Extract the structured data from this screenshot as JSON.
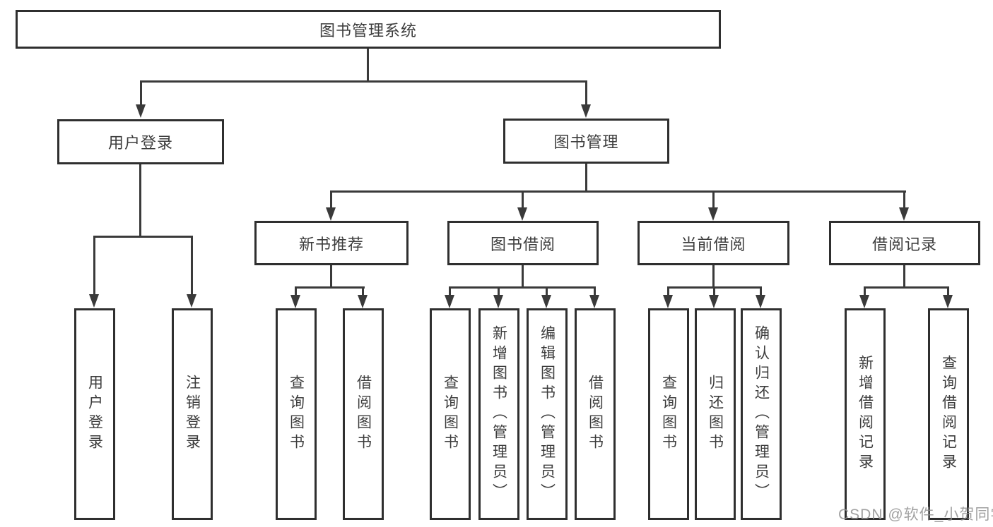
{
  "tree": {
    "label": "图书管理系统",
    "children": [
      {
        "label": "用户登录",
        "children": [
          {
            "label": "用户登录"
          },
          {
            "label": "注销登录"
          }
        ]
      },
      {
        "label": "图书管理",
        "children": [
          {
            "label": "新书推荐",
            "children": [
              {
                "label": "查询图书"
              },
              {
                "label": "借阅图书"
              }
            ]
          },
          {
            "label": "图书借阅",
            "children": [
              {
                "label": "查询图书"
              },
              {
                "label": "新增图书（管理员）"
              },
              {
                "label": "编辑图书（管理员）"
              },
              {
                "label": "借阅图书"
              }
            ]
          },
          {
            "label": "当前借阅",
            "children": [
              {
                "label": "查询图书"
              },
              {
                "label": "归还图书"
              },
              {
                "label": "确认归还（管理员）"
              }
            ]
          },
          {
            "label": "借阅记录",
            "children": [
              {
                "label": "新增借阅记录"
              },
              {
                "label": "查询借阅记录"
              }
            ]
          }
        ]
      }
    ]
  },
  "colors": {
    "line": "#3a3a3a",
    "border": "#2f2f2f",
    "text": "#3d3d3d",
    "watermark": "#919191"
  },
  "watermark": {
    "text": "CSDN @软件_小贺同学"
  }
}
